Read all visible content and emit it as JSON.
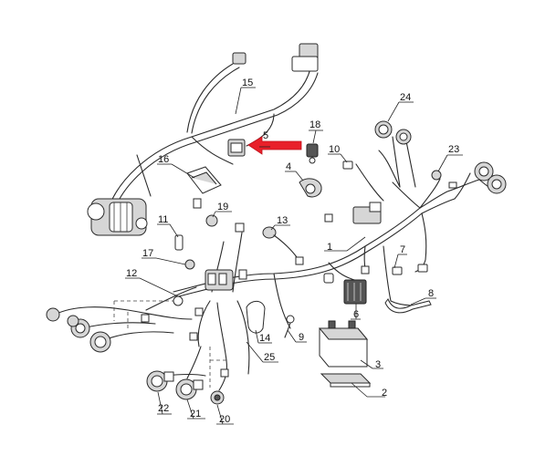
{
  "callouts": [
    "1",
    "2",
    "3",
    "4",
    "5",
    "6",
    "7",
    "8",
    "9",
    "10",
    "11",
    "12",
    "13",
    "14",
    "15",
    "16",
    "17",
    "18",
    "19",
    "20",
    "21",
    "22",
    "23",
    "24",
    "25"
  ],
  "colors": {
    "highlight_arrow": "#e8202a",
    "line": "#2a2a2a",
    "part_fill": "#d6d6d6"
  },
  "highlighted_part": "5"
}
